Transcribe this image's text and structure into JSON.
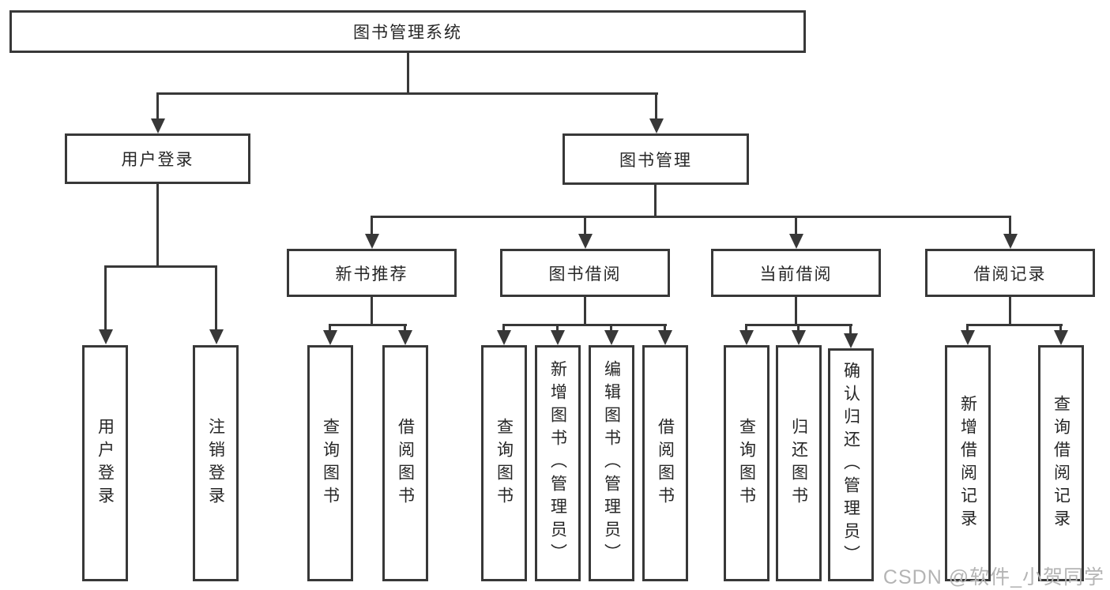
{
  "diagram": {
    "root": {
      "label": "图书管理系统"
    },
    "branches": [
      {
        "label": "用户登录",
        "children": [
          {
            "label": "用户登录"
          },
          {
            "label": "注销登录"
          }
        ]
      },
      {
        "label": "图书管理",
        "groups": [
          {
            "label": "新书推荐",
            "children": [
              {
                "label": "查询图书"
              },
              {
                "label": "借阅图书"
              }
            ]
          },
          {
            "label": "图书借阅",
            "children": [
              {
                "label": "查询图书"
              },
              {
                "label": "新增图书（管理员）"
              },
              {
                "label": "编辑图书（管理员）"
              },
              {
                "label": "借阅图书"
              }
            ]
          },
          {
            "label": "当前借阅",
            "children": [
              {
                "label": "查询图书"
              },
              {
                "label": "归还图书"
              },
              {
                "label": "确认归还（管理员）"
              }
            ]
          },
          {
            "label": "借阅记录",
            "children": [
              {
                "label": "新增借阅记录"
              },
              {
                "label": "查询借阅记录"
              }
            ]
          }
        ]
      }
    ]
  },
  "watermark": {
    "text": "CSDN @软件_小贺同学"
  },
  "colors": {
    "line": "#383838",
    "text": "#262626",
    "watermark": "#b4b4b4",
    "background": "#ffffff"
  }
}
